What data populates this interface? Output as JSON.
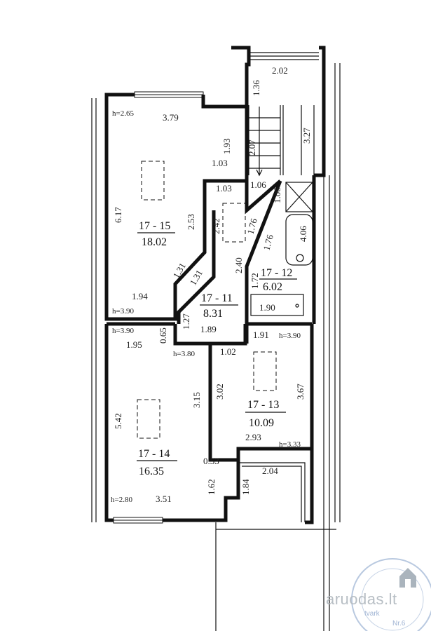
{
  "rooms": [
    {
      "id": "17 - 15",
      "area": "18.02"
    },
    {
      "id": "17 - 11",
      "area": "8.31"
    },
    {
      "id": "17 - 12",
      "area": "6.02"
    },
    {
      "id": "17 - 14",
      "area": "16.35"
    },
    {
      "id": "17 - 13",
      "area": "10.09"
    }
  ],
  "heights": [
    "h=2.65",
    "h=3.90",
    "h=3.90",
    "h=3.80",
    "h=3.90",
    "h=3.33",
    "h=2.80"
  ],
  "dimensions": [
    "1.36",
    "2.02",
    "3.79",
    "1.93",
    "1.03",
    "2.07",
    "3.27",
    "1.03",
    "1.06",
    "1.06",
    "6.17",
    "2.53",
    "2.42",
    "1.76",
    "4.06",
    "1.76",
    "1.31",
    "1.31",
    "2.40",
    "1.72",
    "1.94",
    "1.27",
    "1.89",
    "1.90",
    "0.65",
    "1.95",
    "1.02",
    "1.91",
    "3.02",
    "3.15",
    "3.67",
    "5.42",
    "2.93",
    "0.53",
    "2.04",
    "1.62",
    "1.84",
    "3.51"
  ],
  "watermark": {
    "text": "aruodas.lt",
    "color": "#b7bec4",
    "seal_text": [
      "tvark",
      "Nr.6"
    ]
  }
}
